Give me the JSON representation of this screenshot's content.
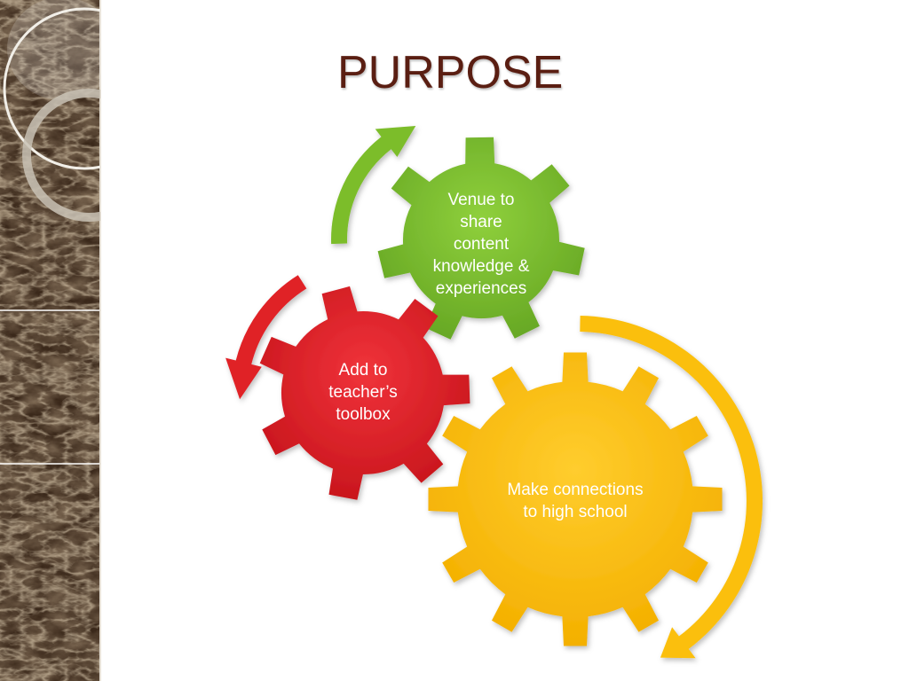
{
  "slide": {
    "title": "PURPOSE"
  },
  "gears": [
    {
      "label": "Venue to\nshare\ncontent\nknowledge &\nexperiences",
      "color": "#7cbd2c",
      "arrow_color": "#7cbd2c"
    },
    {
      "label": "Add to\nteacher’s\ntoolbox",
      "color": "#e02028",
      "arrow_color": "#e02028"
    },
    {
      "label": "Make connections\nto high school",
      "color": "#fbbf0c",
      "arrow_color": "#fbbf0c"
    }
  ],
  "colors": {
    "title": "#5a1e12",
    "sidebar_dark": "#3a281a",
    "sidebar_light": "#8a7355"
  },
  "icons": [
    "circle-ring-icon",
    "circle-ring-icon"
  ]
}
